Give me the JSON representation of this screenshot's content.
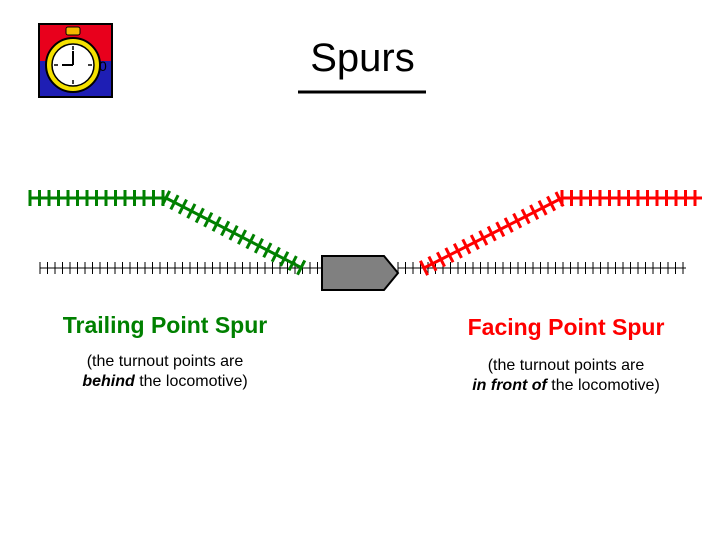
{
  "title": "Spurs",
  "colors": {
    "trailing": "#008000",
    "facing": "#ff0000",
    "main_track": "#000000",
    "locomotive_fill": "#808080"
  },
  "logo": {
    "icon": "stopwatch-icon"
  },
  "left_panel": {
    "heading": "Trailing Point Spur",
    "line1": "(the turnout points are",
    "emph": "behind",
    "rest": " the locomotive)"
  },
  "right_panel": {
    "heading": "Facing Point Spur",
    "line1": "(the turnout points are",
    "emph": "in front of",
    "rest": " the locomotive)"
  }
}
